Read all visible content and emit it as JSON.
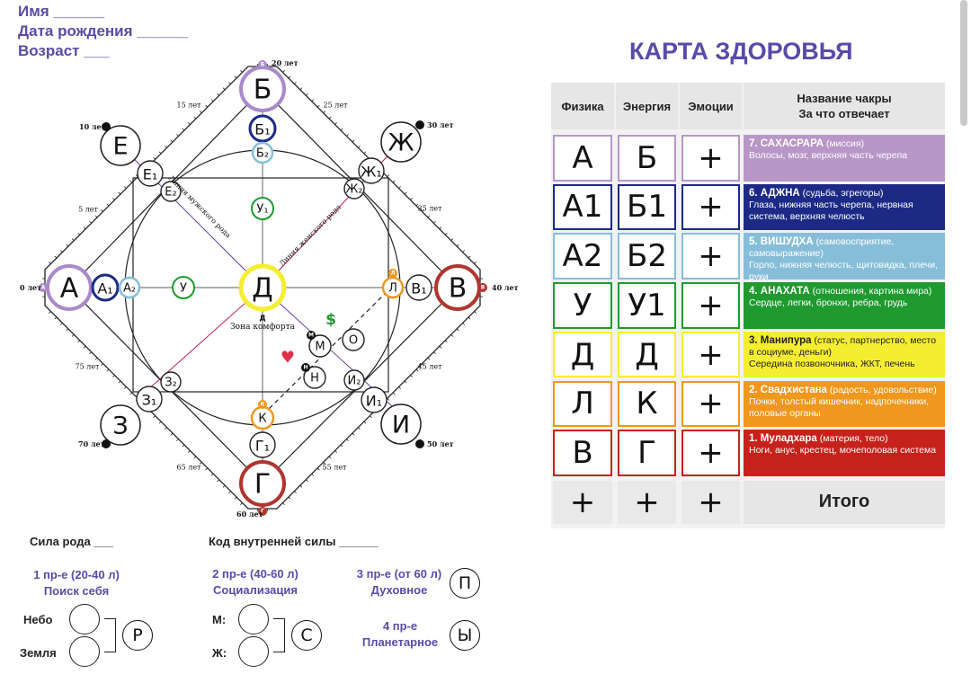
{
  "header": {
    "name_label": "Имя ______",
    "birth_label": "Дата рождения ______",
    "age_label": "Возраст ___"
  },
  "title": "КАРТА ЗДОРОВЬЯ",
  "diagram": {
    "nodes_main": [
      {
        "id": "А",
        "color": "#a98ac9",
        "age": "0 лет"
      },
      {
        "id": "Б",
        "color": "#a98ac9",
        "age": "20 лет"
      },
      {
        "id": "В",
        "color": "#b0352f",
        "age": "40 лет"
      },
      {
        "id": "Г",
        "color": "#b0352f",
        "age": "60 лет"
      }
    ],
    "nodes_diag": [
      {
        "id": "Е",
        "age": "10 лет"
      },
      {
        "id": "Ж",
        "age": "30 лет"
      },
      {
        "id": "И",
        "age": "50 лет"
      },
      {
        "id": "З",
        "age": "70 лет"
      }
    ],
    "small_nodes": [
      "Б1",
      "Б2",
      "А1",
      "А2",
      "У",
      "У1",
      "Е1",
      "Е2",
      "Ж1",
      "Ж2",
      "В1",
      "Л",
      "К",
      "Г1",
      "З1",
      "З2",
      "И1",
      "И2",
      "М",
      "О",
      "Н",
      "Д"
    ],
    "center": "Д",
    "center_caption": "Зона комфорта",
    "center_letter": "Д",
    "line_male": "Линия мужского рода",
    "line_female": "Линия женского рода",
    "ages_side": [
      "5 лет",
      "15 лет",
      "25 лет",
      "35 лет",
      "45 лет",
      "55 лет",
      "65 лет",
      "75 лет"
    ],
    "badges": {
      "top": "Б",
      "left": "А",
      "right": "В",
      "bottom": "Г",
      "l": "Л",
      "k": "К",
      "m": "М",
      "n": "Н",
      "d": "Д"
    },
    "symbols": {
      "dollar": "$",
      "heart": "♥"
    }
  },
  "table": {
    "headers": [
      "Физика",
      "Энергия",
      "Эмоции",
      "Название чакры\nЗа что отвечает"
    ],
    "rows": [
      {
        "fiz": "А",
        "en": "Б",
        "emo": "+",
        "color": "#b896c8",
        "name": "7. САХАСРАРА",
        "paren": "(миссия)",
        "desc": "Волосы, мозг, верхняя часть черепа"
      },
      {
        "fiz": "А1",
        "en": "Б1",
        "emo": "+",
        "color": "#1c2a85",
        "name": "6. АДЖНА",
        "paren": "(судьба, эгрегоры)",
        "desc": "Глаза,  нижняя часть черепа, нервная система, верхняя челюсть"
      },
      {
        "fiz": "А2",
        "en": "Б2",
        "emo": "+",
        "color": "#86bed9",
        "name": "5. ВИШУДХА",
        "paren": "(самовосприятие, самовыражение)",
        "desc": "Горло, нижняя челюсть, щитовидка, плечи, руки"
      },
      {
        "fiz": "У",
        "en": "У1",
        "emo": "+",
        "color": "#1e9a2f",
        "name": "4. АНАХАТА",
        "paren": "(отношения, картина мира)",
        "desc": "Сердце, легки, бронхи, ребра, грудь"
      },
      {
        "fiz": "Д",
        "en": "Д",
        "emo": "+",
        "color": "#f5ee30",
        "name": "3. Манипура",
        "paren": "(статус, партнерство, место в социуме, деньги)",
        "desc": "Середина позвоночника, ЖКТ, печень"
      },
      {
        "fiz": "Л",
        "en": "К",
        "emo": "+",
        "color": "#f0971e",
        "name": "2. Свадхистана",
        "paren": "(радость, удовольствие)",
        "desc": "Почки, толстый кишечник, надпочечники, половые органы"
      },
      {
        "fiz": "В",
        "en": "Г",
        "emo": "+",
        "color": "#c7211c",
        "name": "1. Муладхара",
        "paren": "(материя, тело)",
        "desc": "Ноги, анус, крестец, мочеполовая система"
      }
    ],
    "totals": [
      "+",
      "+",
      "+"
    ],
    "itogo": "Итого"
  },
  "bottom": {
    "sila_roda": "Сила рода ___",
    "kod": "Код внутренней силы ______",
    "p1_line1": "1 пр-е (20-40 л)",
    "p1_line2": "Поиск себя",
    "p2_line1": "2 пр-е (40-60 л)",
    "p2_line2": "Социализация",
    "p3_line1": "3 пр-е (от 60 л)",
    "p3_line2": "Духовное",
    "p4_line1": "4 пр-е",
    "p4_line2": "Планетарное",
    "nebo": "Небо",
    "zemlya": "Земля",
    "m": "М:",
    "zh": "Ж:",
    "hand_r": "Р",
    "hand_s": "С",
    "hand_p": "П",
    "hand_b": "Ы"
  }
}
